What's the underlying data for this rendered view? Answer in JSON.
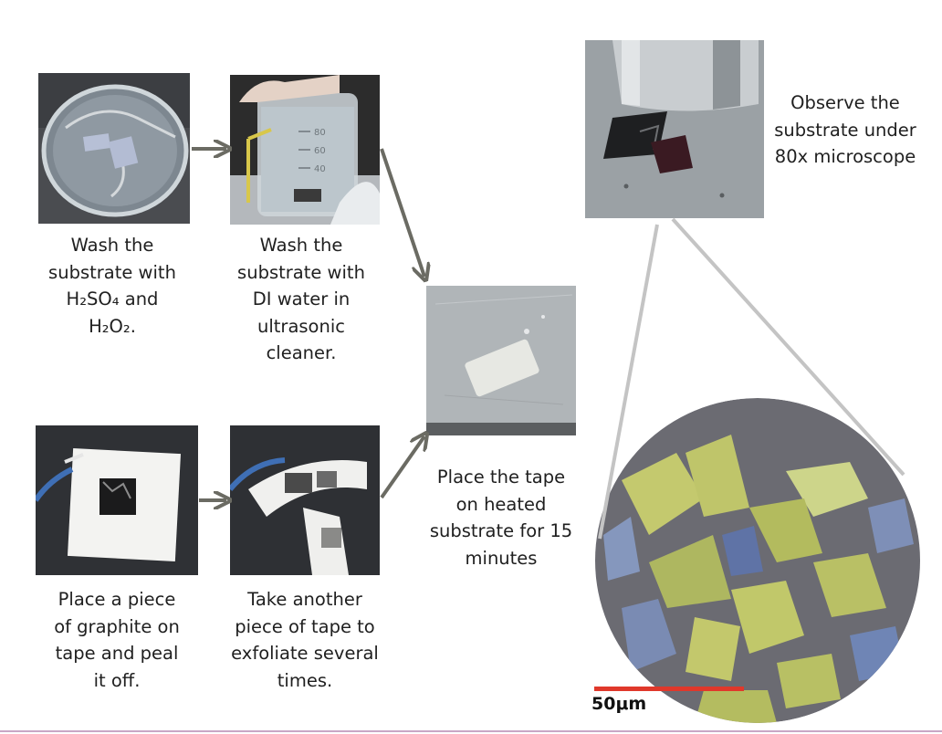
{
  "steps": [
    {
      "caption": "Wash the\nsubstrate with\nH₂SO₄ and\nH₂O₂."
    },
    {
      "caption": "Wash the\nsubstrate with\nDI water in\nultrasonic\ncleaner."
    },
    {
      "caption": "Place a piece\nof graphite on\ntape and peal\nit off."
    },
    {
      "caption": "Take another\npiece of tape to\nexfoliate several\ntimes."
    },
    {
      "caption": "Place the tape\non heated\nsubstrate for 15\nminutes"
    },
    {
      "caption": "Observe the\nsubstrate under\n80x microscope"
    }
  ],
  "microscope_view": {
    "scale_label": "50μm"
  },
  "beaker_marks": [
    "80",
    "60",
    "40"
  ],
  "colors": {
    "arrow": "#6b6b63",
    "zoom_lines": "#c4c4c4",
    "scale_bar": "#e0382b",
    "bottom_rule": "#c9a7c5"
  }
}
